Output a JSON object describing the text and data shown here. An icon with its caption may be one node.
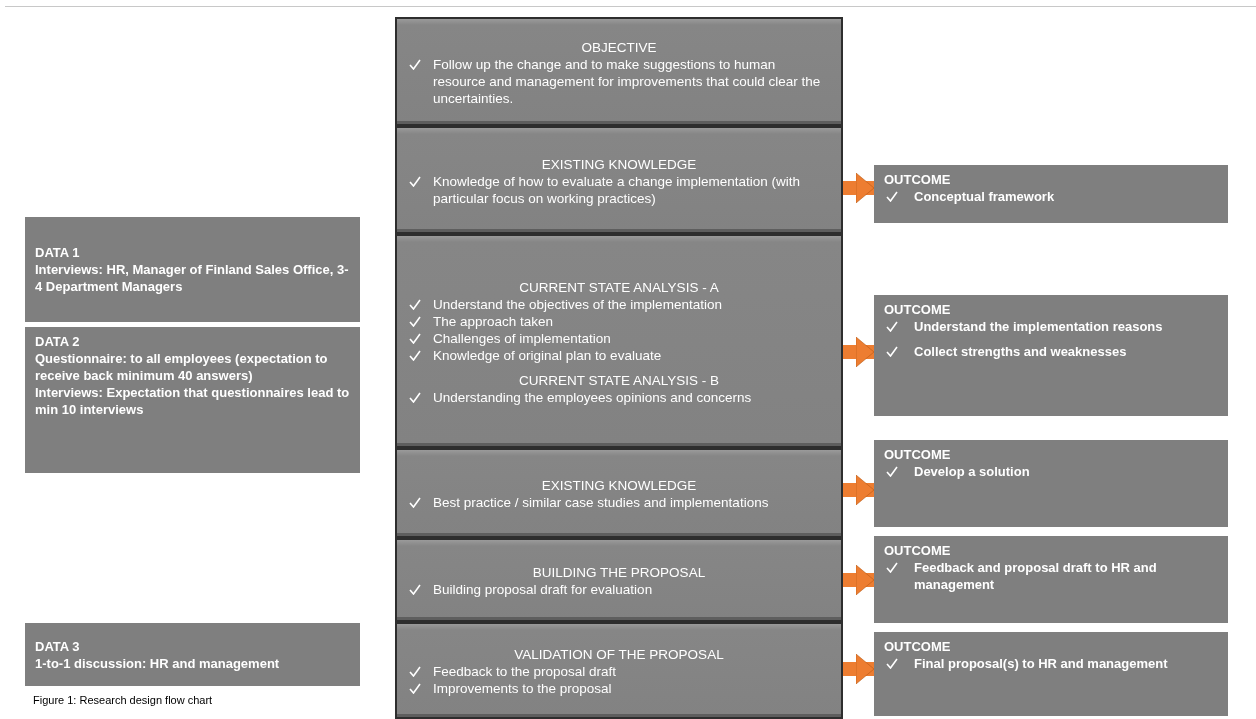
{
  "diagram": {
    "caption": "Figure 1: Research design flow chart",
    "nodes": [
      {
        "text": [
          "OBJECTIVE",
          "Follow up the change and to make suggestions to human resource and management for improvements that could clear the uncertainties."
        ]
      },
      {
        "text": [
          "EXISTING KNOWLEDGE",
          "Knowledge of how to evaluate a change implementation (with particular focus on working practices)"
        ]
      },
      {
        "text": [
          "OUTCOME",
          "Conceptual framework"
        ]
      },
      {
        "text": [
          "DATA 1",
          "Interviews: HR, Manager of Finland Sales Office, 3-4 Department Managers"
        ]
      },
      {
        "text": [
          "CURRENT STATE ANALYSIS - A",
          "Understand the objectives of the implementation",
          "The approach taken",
          "Challenges of implementation",
          "Knowledge of original plan to evaluate",
          "CURRENT STATE ANALYSIS - B",
          "Understanding the employees opinions and concerns"
        ]
      },
      {
        "text": [
          "DATA 2",
          "Questionnaire: to all employees (expectation to receive back minimum 40 answers)",
          "Interviews: Expectation that questionnaires lead to min 10 interviews"
        ]
      },
      {
        "text": [
          "OUTCOME",
          "Understand the implementation reasons",
          "Collect strengths and weaknesses"
        ]
      },
      {
        "text": [
          "EXISTING KNOWLEDGE",
          "Best practice / similar case studies and implementations"
        ]
      },
      {
        "text": [
          "OUTCOME",
          "Develop a solution"
        ]
      },
      {
        "text": [
          "BUILDING THE PROPOSAL",
          "Building proposal draft for evaluation"
        ]
      },
      {
        "text": [
          "OUTCOME",
          "Feedback and proposal draft to HR and management"
        ]
      },
      {
        "text": [
          "DATA 3",
          "1-to-1 discussion: HR and management"
        ]
      },
      {
        "text": [
          "VALIDATION OF THE PROPOSAL",
          "Feedback to the proposal draft",
          "Improvements to the proposal"
        ]
      },
      {
        "text": [
          "OUTCOME",
          "Final proposal(s) to HR and management"
        ]
      }
    ],
    "edges": [
      {
        "from": 1,
        "to": 2,
        "arrow": "to"
      },
      {
        "from": 4,
        "to": 6,
        "arrow": "to"
      },
      {
        "from": 7,
        "to": 8,
        "arrow": "to"
      },
      {
        "from": 9,
        "to": 10,
        "arrow": "to"
      },
      {
        "from": 12,
        "to": 13,
        "arrow": "to"
      }
    ]
  }
}
